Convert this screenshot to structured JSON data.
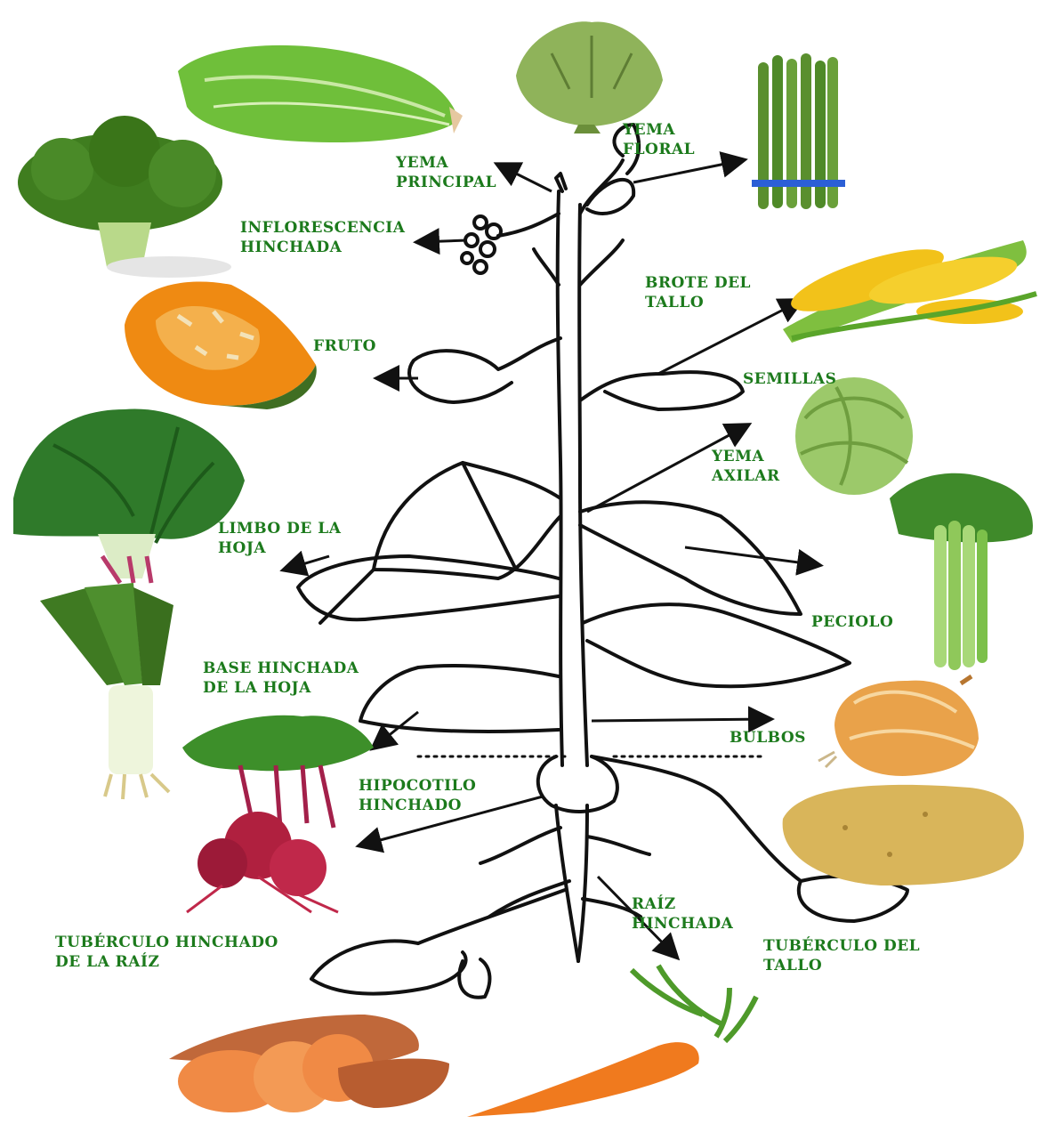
{
  "labels": {
    "yema_floral": "YEMA\nFLORAL",
    "yema_principal": "YEMA\nPRINCIPAL",
    "inflorescencia": "INFLORESCENCIA\nHINCHADA",
    "brote_tallo": "BROTE DEL\nTALLO",
    "fruto": "FRUTO",
    "semillas": "SEMILLAS",
    "yema_axilar": "YEMA\nAXILAR",
    "limbo": "LIMBO DE LA\nHOJA",
    "peciolo": "PECIOLO",
    "base_hoja": "BASE HINCHADA\nDE LA HOJA",
    "bulbos": "BULBOS",
    "hipocotilo": "HIPOCOTILO\nHINCHADO",
    "raiz": "RAÍZ\nHINCHADA",
    "tuberculo_raiz": "TUBÉRCULO HINCHADO\nDE LA RAÍZ",
    "tuberculo_tallo": "TUBÉRCULO DEL\nTALLO"
  },
  "vegetables": [
    {
      "name": "lettuce-icon",
      "color": "#6fbf3a"
    },
    {
      "name": "artichoke-icon",
      "color": "#8fb35a"
    },
    {
      "name": "asparagus-icon",
      "color": "#5a8f2e"
    },
    {
      "name": "broccoli-icon",
      "color": "#3f7d1f"
    },
    {
      "name": "corn-icon",
      "color": "#f2c21a"
    },
    {
      "name": "pumpkin-icon",
      "color": "#ef8a12"
    },
    {
      "name": "brussels-sprout-icon",
      "color": "#9cc96a"
    },
    {
      "name": "spinach-icon",
      "color": "#2f7a2a"
    },
    {
      "name": "celery-icon",
      "color": "#7cc04a"
    },
    {
      "name": "leek-icon",
      "color": "#4e8f2e"
    },
    {
      "name": "onion-icon",
      "color": "#e9a24a"
    },
    {
      "name": "beet-icon",
      "color": "#b0203f"
    },
    {
      "name": "potato-icon",
      "color": "#d9b55a"
    },
    {
      "name": "sweet-potato-icon",
      "color": "#e0743a"
    },
    {
      "name": "carrot-icon",
      "color": "#f07a1e"
    }
  ],
  "colors": {
    "label": "#1c7a1c",
    "line": "#111111"
  }
}
